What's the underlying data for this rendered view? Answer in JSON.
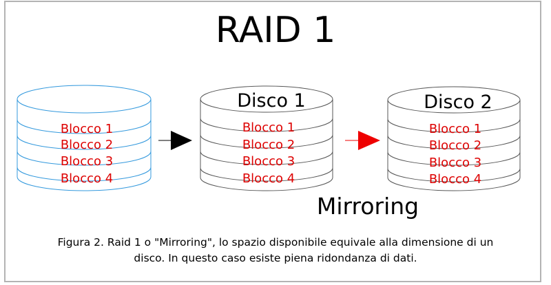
{
  "title": "RAID 1",
  "disks": [
    {
      "id": "source",
      "label": "",
      "stroke": "#3399dd",
      "blocks": [
        "Blocco 1",
        "Blocco 2",
        "Blocco 3",
        "Blocco 4"
      ]
    },
    {
      "id": "disk-1",
      "label": "Disco 1",
      "stroke": "#555555",
      "blocks": [
        "Blocco 1",
        "Blocco 2",
        "Blocco 3",
        "Blocco 4"
      ]
    },
    {
      "id": "disk-2",
      "label": "Disco 2",
      "stroke": "#555555",
      "blocks": [
        "Blocco 1",
        "Blocco 2",
        "Blocco 3",
        "Blocco 4"
      ]
    }
  ],
  "block_text_color": "#dd0000",
  "arrows": [
    {
      "id": "write-arrow",
      "color": "#000000"
    },
    {
      "id": "mirror-arrow",
      "color": "#ee0000"
    }
  ],
  "mode_label": "Mirroring",
  "caption": {
    "line1": "Figura 2. Raid 1 o \"Mirroring\", lo spazio disponibile equivale alla dimensione di un",
    "line2": "disco. In questo caso esiste piena ridondanza di dati."
  }
}
